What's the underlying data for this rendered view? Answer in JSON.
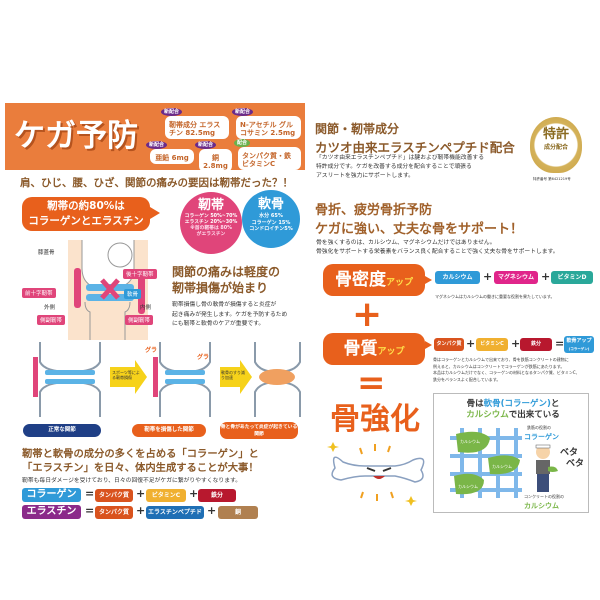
{
  "header": {
    "title": "ケガ予防",
    "badges": [
      {
        "tag": "新配合",
        "text": "靭帯成分 エラスチン 82.5mg"
      },
      {
        "tag": "新配合",
        "text": "N-アセチル グルコサミン 2.5mg"
      },
      {
        "tag": "新配合",
        "text": "亜鉛 6mg"
      },
      {
        "tag": "新配合",
        "text": "銅 2.8mg"
      },
      {
        "tag": "配合",
        "text": "タンパク質・鉄 ビタミンC"
      }
    ]
  },
  "left": {
    "headline": "肩、ひじ、腰、ひざ、関節の痛みの要因は靭帯だった？！",
    "callout": [
      "靭帯の約80%は",
      "コラーゲンとエラスチン"
    ],
    "ligament_circle": {
      "title": "靭帯",
      "lines": [
        "コラーゲン 50%~70%",
        "エラスチン 20%~30%",
        "※首の靭帯は 80%",
        "がエラスチン"
      ]
    },
    "cartilage_circle": {
      "title": "軟骨",
      "lines": [
        "水分 65%",
        "コラーゲン 15%",
        "コンドロイチン5%"
      ]
    },
    "knee_labels": {
      "patella": "膝蓋骨",
      "pcl": "後十字靭帯",
      "acl": "前十字靭帯",
      "cartilage": "軟骨",
      "outer": "外側",
      "inner": "内側",
      "collateral": "側副靭帯"
    },
    "pain_title": [
      "関節の痛みは軽度の",
      "靭帯損傷が始まり"
    ],
    "pain_body": [
      "靭帯損傷し骨の軟骨が損傷すると炎症が",
      "起き痛みが発生します。ケガを予防するため",
      "にも靭帯と軟骨のケアが重要です。"
    ],
    "stages": {
      "arrow1": "スポーツ等による靭帯損傷",
      "arrow2": "軟骨のすり減り加速",
      "gura": "グラ",
      "normal": "正常な関節",
      "damaged": "靭帯を損傷した関節",
      "inflamed": "骨と骨があたって炎症が起きている関節"
    },
    "headline2": [
      "靭帯と軟骨の成分の多くを占める「コラーゲン」と",
      "「エラスチン」を日々、体内生成することが大事！"
    ],
    "note": "靭帯も毎日ダメージを受けており、日々の回復不足がケガに繋がりやすくなります。",
    "formula1": {
      "name": "コラーゲン",
      "items": [
        "タンパク質",
        "ビタミンC",
        "鉄分"
      ]
    },
    "formula2": {
      "name": "エラスチン",
      "items": [
        "タンパク質",
        "エラスチンペプチド",
        "銅"
      ]
    }
  },
  "right": {
    "title1": "関節・靭帯成分",
    "title2": "カツオ由来エラスチンペプチド配合",
    "body1": [
      "「カツオ由来エラスチンペプチド」は腱および靭帯機能改善する",
      "特許成分です。ケガを改善する成分を配合することで頑張る",
      "アスリートを強力にサポートします。"
    ],
    "seal": {
      "main": "特許",
      "sub": "成分配合",
      "number": "特許番号 第6421219号"
    },
    "title3": "骨折、疲労骨折予防",
    "title4": "ケガに強い、丈夫な骨をサポート！",
    "body2": [
      "骨を強くするのは、カルシウム、マグネシウムだけではありません。",
      "骨強化をサポートする栄養素をバランス良く配合することで強く丈夫な骨をサポートします。"
    ],
    "density": {
      "label": "骨密度",
      "up": "アップ",
      "items": [
        "カルシウム",
        "マグネシウム",
        "ビタミンD"
      ],
      "note": "マグネシウムはカルシウムの働きに重要な役割を果たしています。"
    },
    "quality": {
      "label": "骨質",
      "up": "アップ",
      "items": [
        "タンパク質",
        "ビタミンC",
        "鉄分"
      ],
      "result": "軟骨アップ",
      "result_sub": "(コラーゲン)",
      "note": [
        "骨はコラーゲンとカルシウムで出来ており、骨を鉄筋コンクリートの建物に",
        "例えると、カルシウムはコンクリートでコラーゲンが鉄筋にあたります。",
        "本品はカルシウムだけでなく、コラーゲンの材料となるタンパク質、ビタミンC、",
        "鉄分をバランスよく配合しています。"
      ]
    },
    "plus": "+",
    "equals": "=",
    "result": "骨強化",
    "bubble": {
      "l1a": "骨は",
      "l1b": "軟骨(コラーゲン)",
      "l1c": "と",
      "l2a": "カルシウム",
      "l2b": "で出来ている",
      "rebar": "鉄筋の役割の",
      "collagen": "コラーゲン",
      "calcium": "カルシウム",
      "concrete": "コンクリートの役割の",
      "beta": "ベタ"
    }
  },
  "colors": {
    "orange": "#e8601c",
    "brown": "#8b5a2b",
    "pink": "#e0457a",
    "blue": "#2f9ad8",
    "navy": "#1f3f86",
    "green": "#7ab648"
  }
}
